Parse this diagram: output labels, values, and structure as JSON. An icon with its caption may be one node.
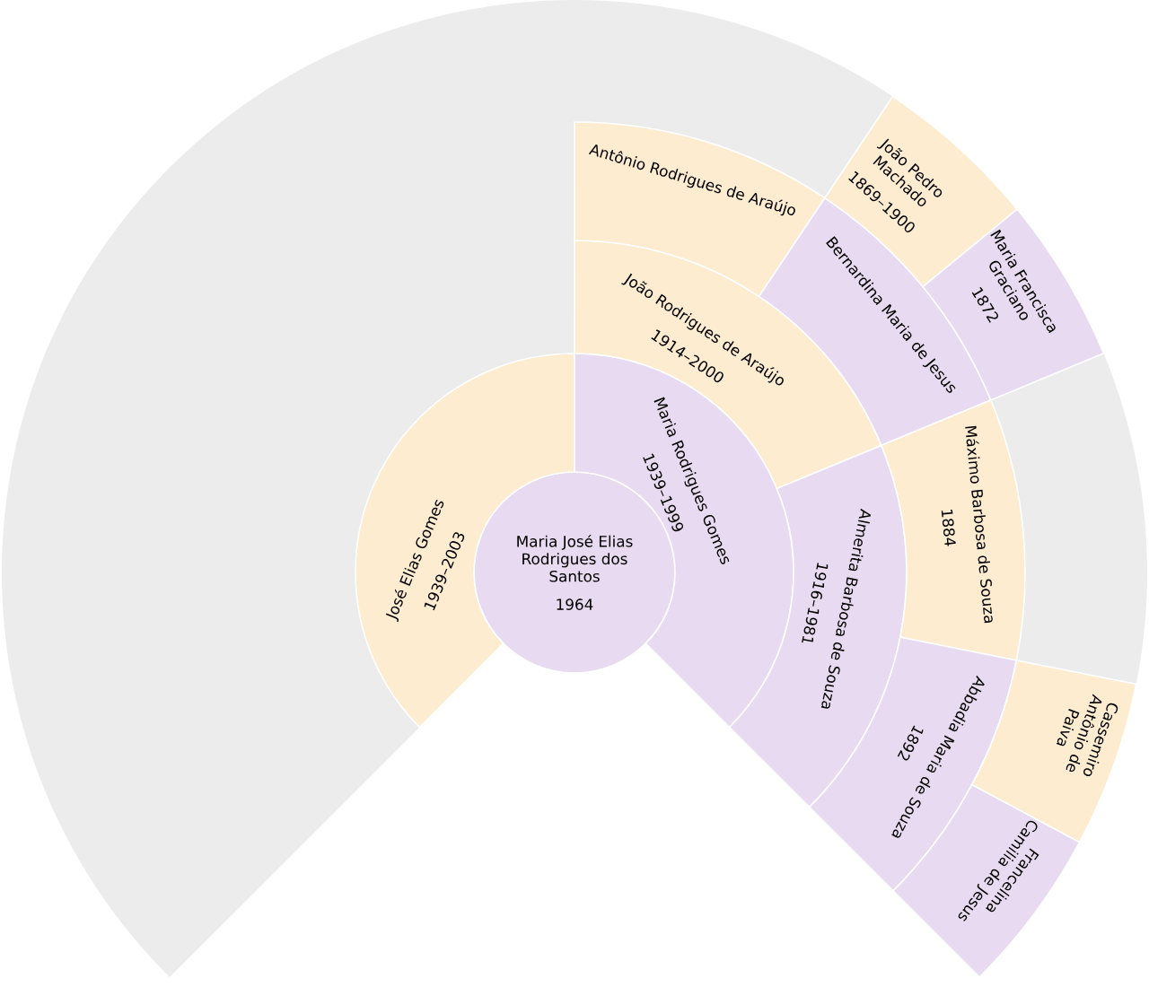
{
  "diagram": {
    "nodes": [
      {
        "text": [
          "Maria José Elias Rodrigues dos Santos",
          "1964"
        ]
      },
      {
        "text": [
          "José Elias Gomes",
          "1939–2003"
        ]
      },
      {
        "text": [
          "Maria Rodrigues Gomes",
          "1939–1999"
        ]
      },
      {
        "text": [
          "João Rodrigues de Araújo",
          "1914–2000"
        ]
      },
      {
        "text": [
          "Almerita Barbosa de Souza",
          "1916–1981"
        ]
      },
      {
        "text": [
          "Antônio Rodrigues de Araújo"
        ]
      },
      {
        "text": [
          "Bernardina Maria de Jesus"
        ]
      },
      {
        "text": [
          "Máximo Barbosa de Souza",
          "1884"
        ]
      },
      {
        "text": [
          "Abbadia Maria de Souza",
          "1892"
        ]
      },
      {
        "text": [
          "João Pedro Machado",
          "1869–1900"
        ]
      },
      {
        "text": [
          "Maria Francisca Graciano",
          "1872"
        ]
      },
      {
        "text": [
          "Cassemiro Antônio de Paiva"
        ]
      },
      {
        "text": [
          "Francelina Camilia de Jesus"
        ]
      }
    ]
  }
}
